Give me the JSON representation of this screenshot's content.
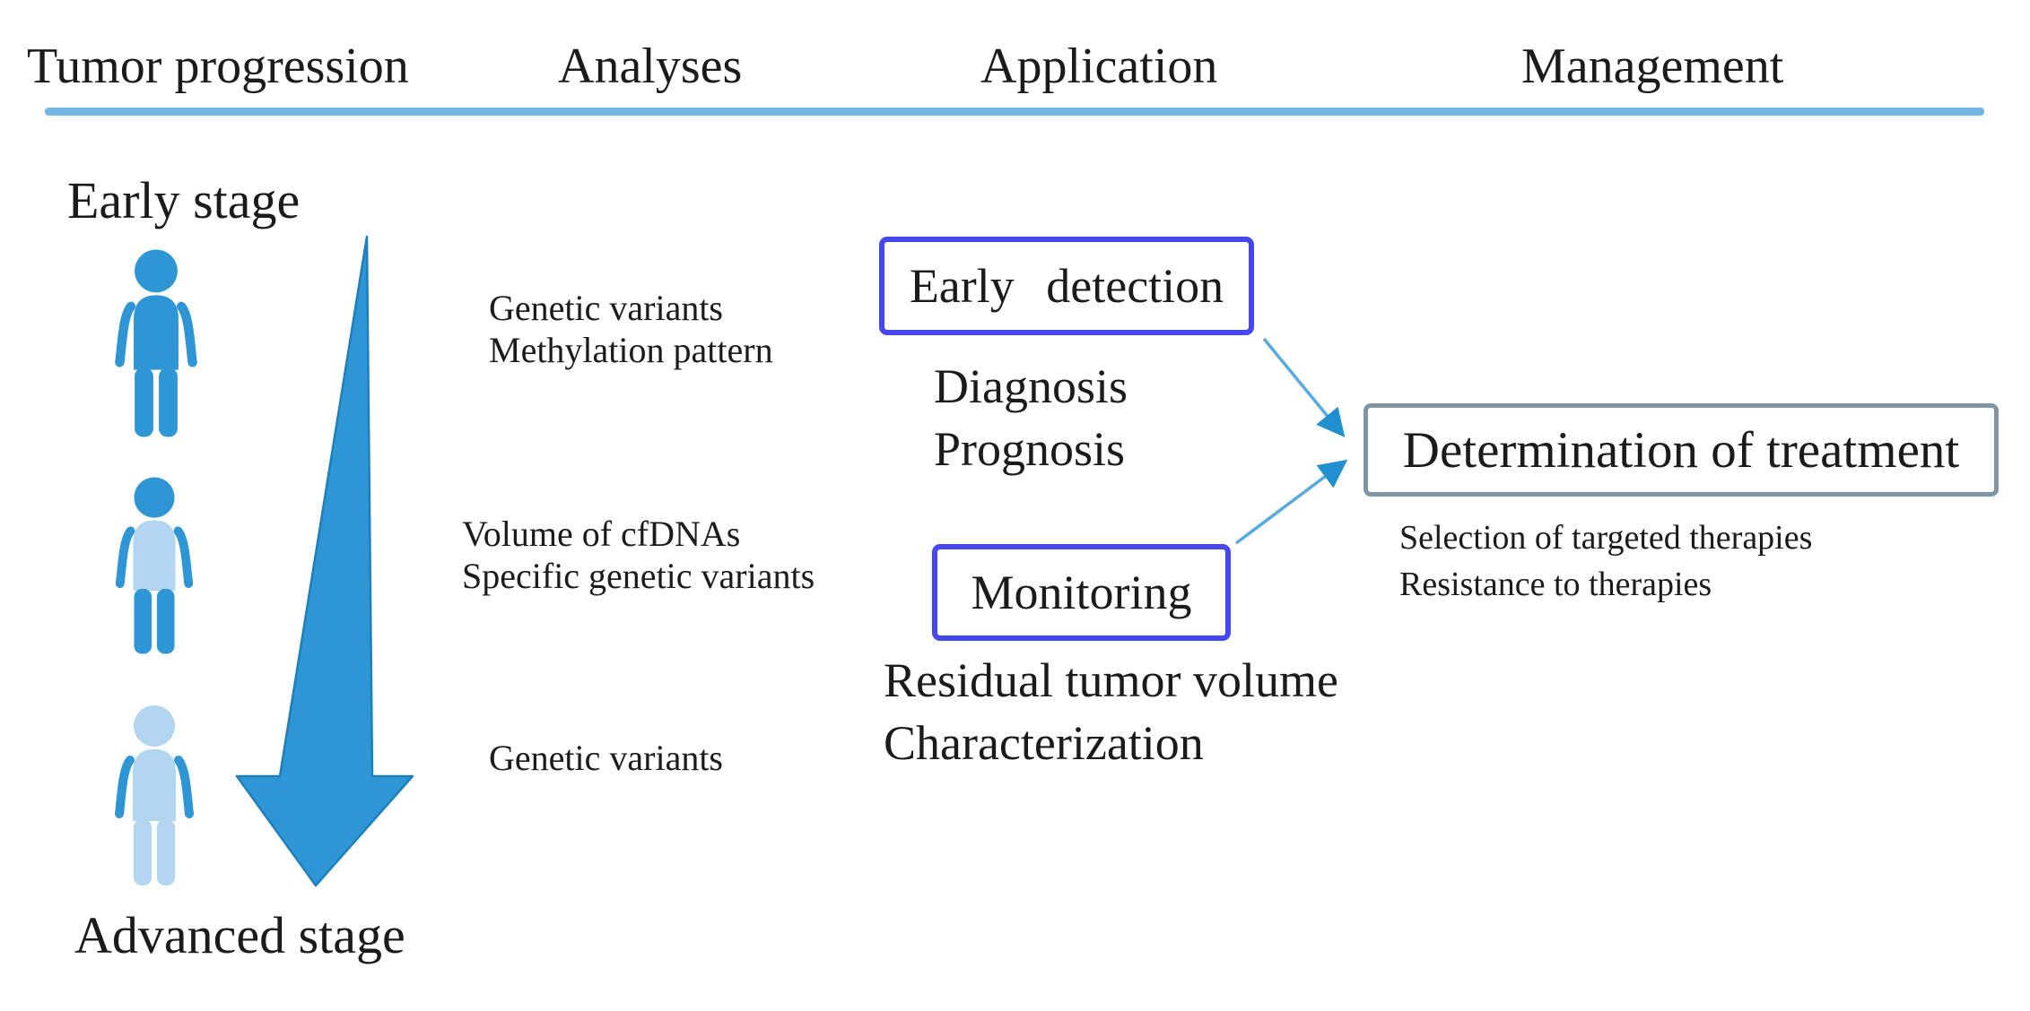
{
  "header": {
    "columns": [
      "Tumor progression",
      "Analyses",
      "Application",
      "Management"
    ]
  },
  "progression": {
    "early_label": "Early stage",
    "advanced_label": "Advanced stage"
  },
  "analyses": {
    "stage1": [
      "Genetic variants",
      "Methylation pattern"
    ],
    "stage2": [
      "Volume of cfDNAs",
      "Specific genetic variants"
    ],
    "stage3": [
      "Genetic variants"
    ]
  },
  "application": {
    "early_detection_label": "Early detection",
    "detection_items": [
      "Diagnosis",
      "Prognosis"
    ],
    "monitoring_label": "Monitoring",
    "monitoring_items": [
      "Residual tumor volume",
      "Characterization"
    ]
  },
  "management": {
    "box_label": "Determination of treatment",
    "items": [
      "Selection of targeted therapies",
      "Resistance to therapies"
    ]
  },
  "icons": {
    "person_early": "person-icon",
    "person_intermediate": "person-icon",
    "person_advanced": "person-icon",
    "progression_arrow": "down-arrow-icon",
    "connector": "arrow-right-icon"
  },
  "colors": {
    "figure_blue": "#2E96D4",
    "figure_light_blue": "#B3D6F0",
    "divider_blue": "#74B7E4",
    "connector_blue": "#58AADF",
    "arrowhead_blue": "#2090D0",
    "application_box_border": "#4747EF",
    "management_box_border": "#8095A5",
    "arrow_outline": "#1E7FBC",
    "text_color": "#1B1B1B"
  }
}
